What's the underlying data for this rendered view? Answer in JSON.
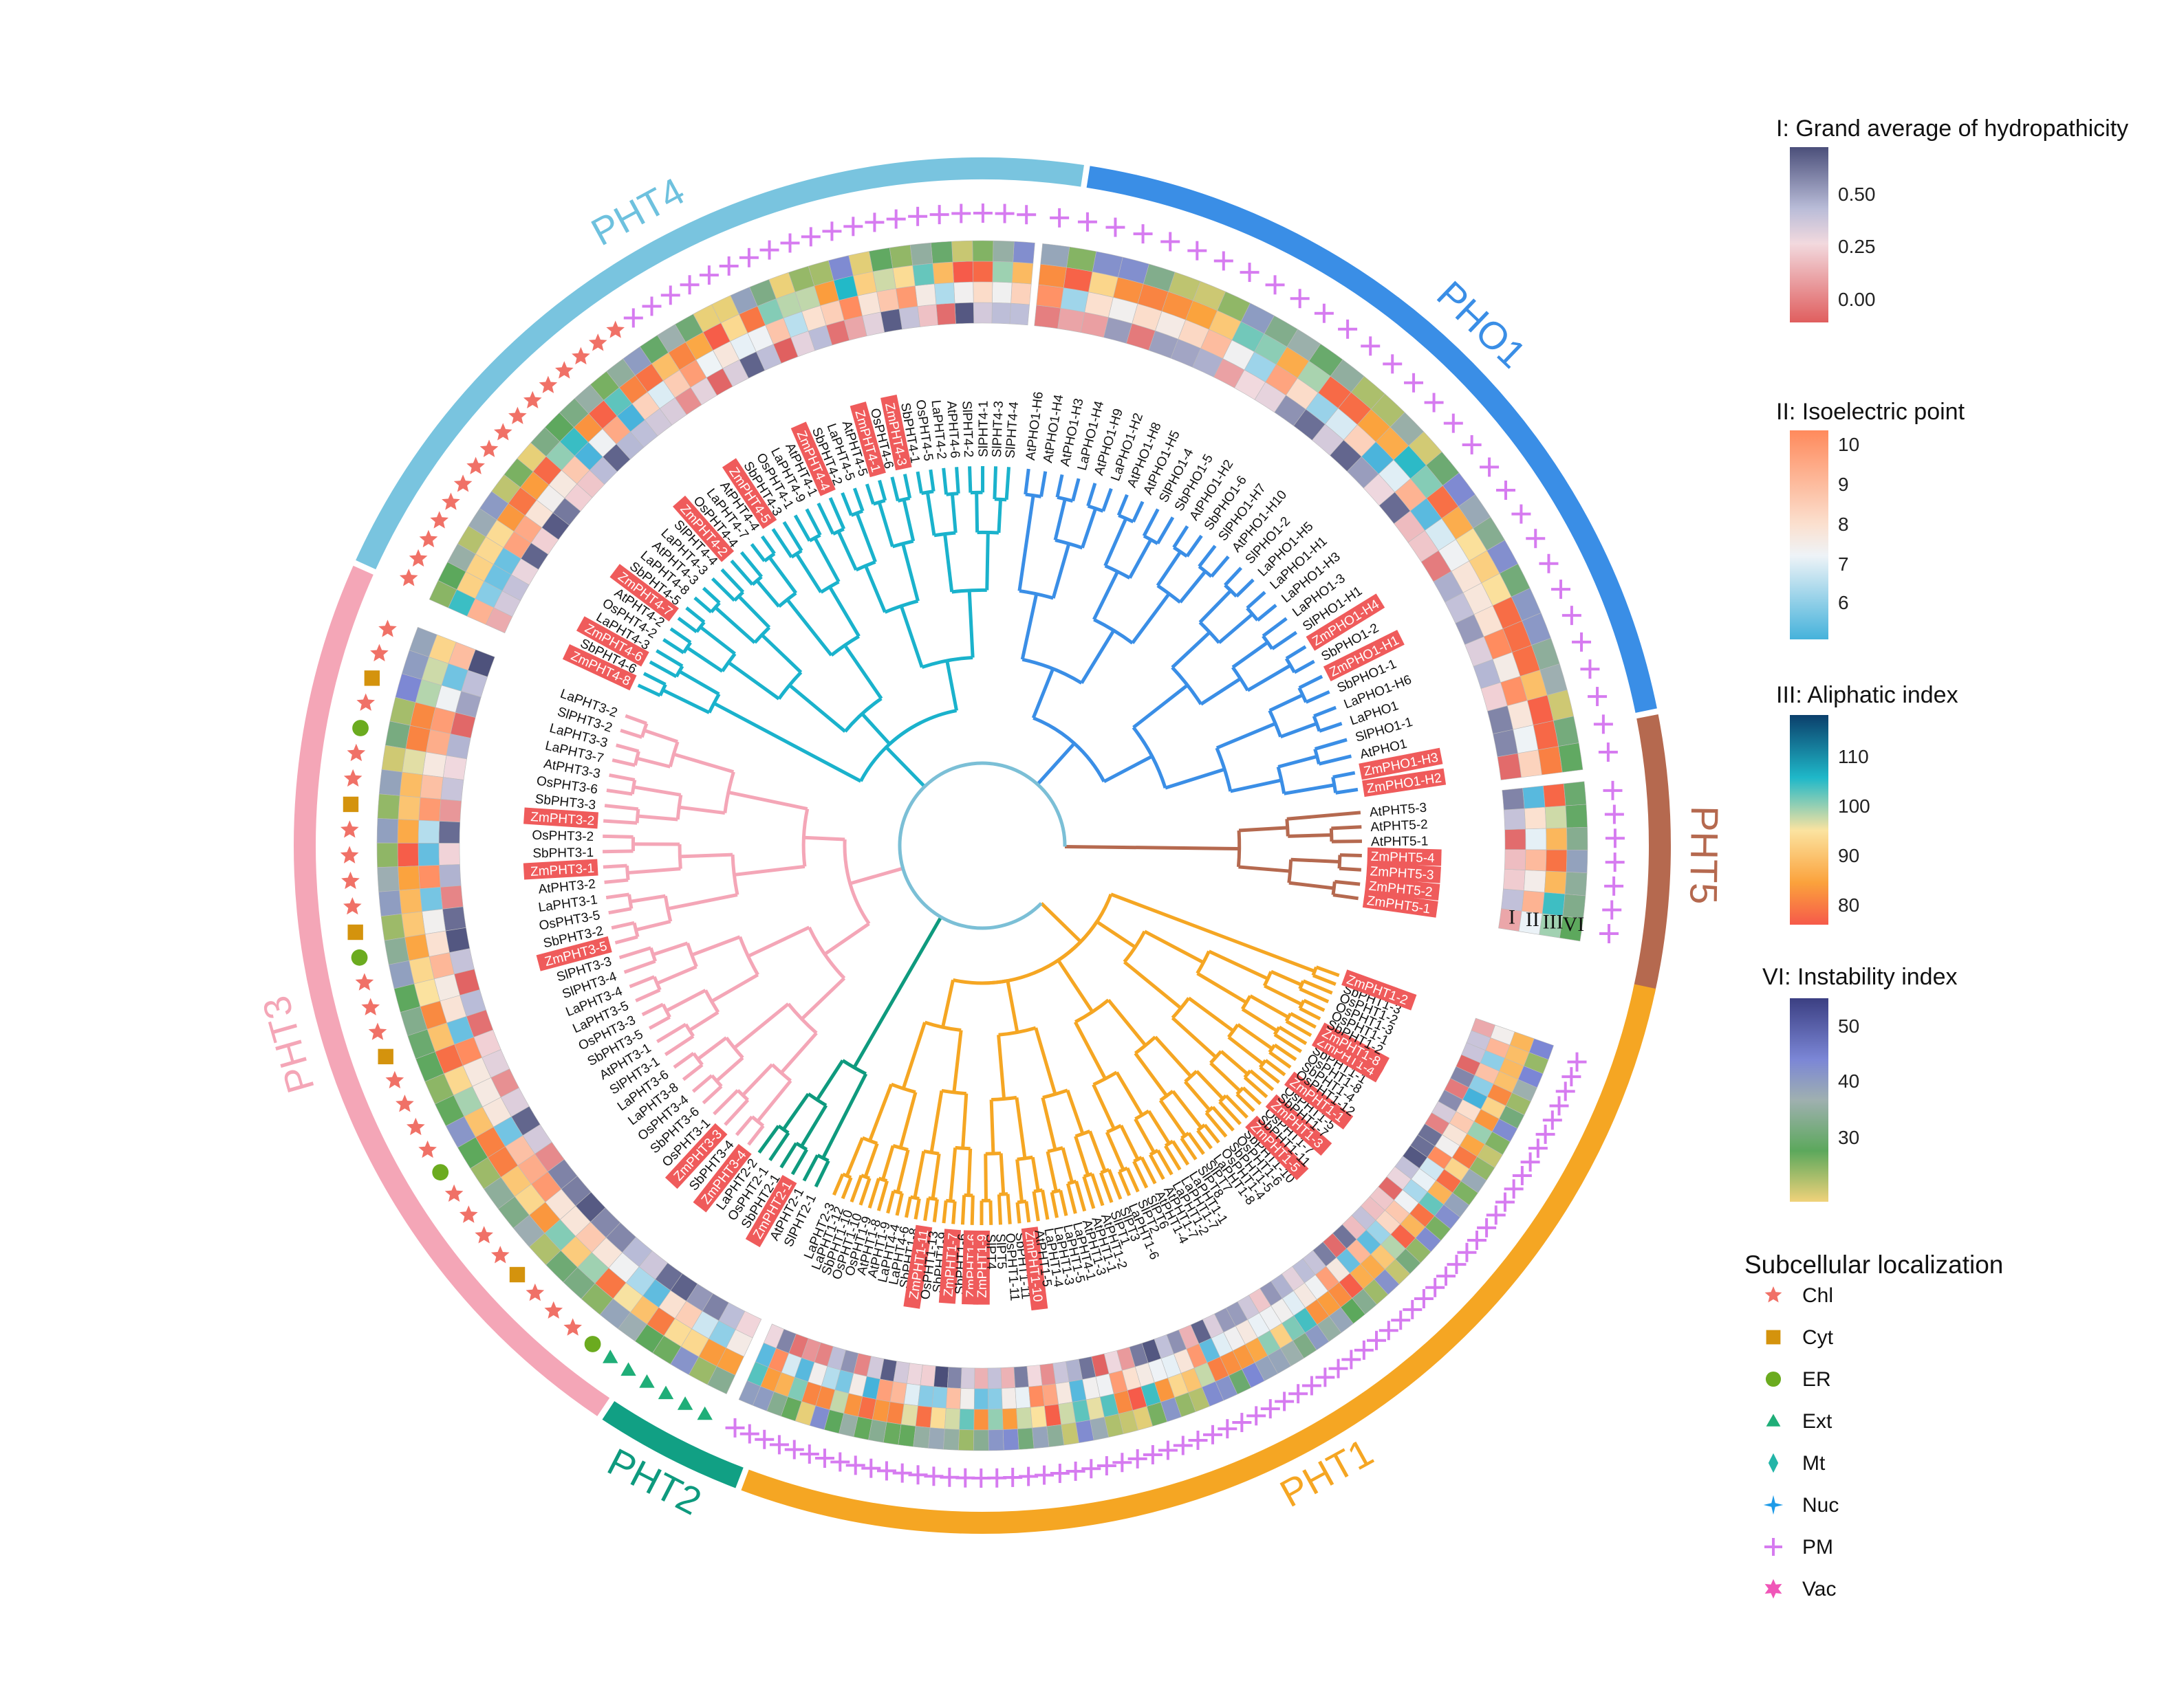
{
  "clades": [
    {
      "name": "PHT5",
      "color": "#b5694f",
      "members": [
        "ZmPHT5-1",
        "ZmPHT5-2",
        "ZmPHT5-3",
        "ZmPHT5-4",
        "AtPHT5-1",
        "AtPHT5-2",
        "AtPHT5-3"
      ]
    },
    {
      "name": "PHO1",
      "color": "#3a8ee6",
      "members": [
        "ZmPHO1-H2",
        "ZmPHO1-H3",
        "AtPHO1",
        "SlPHO1-1",
        "LaPHO1",
        "LaPHO1-H6",
        "SbPHO1-1",
        "ZmPHO1-H1",
        "SbPHO1-2",
        "ZmPHO1-H4",
        "SlPHO1-H1",
        "LaPHO1-3",
        "LaPHO1-H3",
        "LaPHO1-H1",
        "LaPHO1-H5",
        "SlPHO1-2",
        "AtPHO1-H10",
        "SlPHO1-H7",
        "SbPHO1-6",
        "AtPHO1-H2",
        "SbPHO1-5",
        "SlPHO1-4",
        "AtPHO1-H5",
        "AtPHO1-H8",
        "LaPHO1-H2",
        "AtPHO1-H9",
        "LaPHO1-H4",
        "AtPHO1-H3",
        "AtPHO1-H4",
        "AtPHO1-H6"
      ]
    },
    {
      "name": "PHT4",
      "color": "#1ab2cc",
      "members": [
        "SlPHT4-4",
        "SlPHT4-3",
        "SlPHT4-1",
        "SlPHT4-2",
        "AtPHT4-6",
        "LaPHT4-2",
        "OsPHT4-5",
        "SbPHT4-1",
        "ZmPHT4-3",
        "OsPHT4-6",
        "ZmPHT4-1",
        "AtPHT4-5",
        "LaPHT4-5",
        "SbPHT4-2",
        "ZmPHT4-4",
        "AtPHT4-1",
        "LaPHT4-9",
        "OsPHT4-1",
        "SbPHT4-3",
        "ZmPHT4-5",
        "AtPHT4-4",
        "LaPHT4-7",
        "OsPHT4-4",
        "ZmPHT4-2",
        "SlPHT4-4",
        "LaPHT4-3",
        "AtPHT4-3",
        "LaPHT4-8",
        "SbPHT4-5",
        "ZmPHT4-7",
        "AtPHT4-2",
        "OsPHT4-2",
        "LaPHT4-3",
        "ZmPHT4-6",
        "SbPHT4-6",
        "ZmPHT4-8"
      ]
    },
    {
      "name": "PHT3",
      "color": "#f4a6b7",
      "members": [
        "LaPHT3-2",
        "SlPHT3-2",
        "LaPHT3-3",
        "LaPHT3-7",
        "AtPHT3-3",
        "OsPHT3-6",
        "SbPHT3-3",
        "ZmPHT3-2",
        "OsPHT3-2",
        "SbPHT3-1",
        "ZmPHT3-1",
        "AtPHT3-2",
        "LaPHT3-1",
        "OsPHT3-5",
        "SbPHT3-2",
        "ZmPHT3-5",
        "SlPHT3-3",
        "SlPHT3-4",
        "LaPHT3-4",
        "LaPHT3-5",
        "OsPHT3-3",
        "SbPHT3-5",
        "AtPHT3-1",
        "SlPHT3-1",
        "LaPHT3-6",
        "LaPHT3-8",
        "OsPHT3-4",
        "SbPHT3-6",
        "OsPHT3-1",
        "ZmPHT3-3",
        "SbPHT3-4",
        "ZmPHT3-4"
      ]
    },
    {
      "name": "PHT2",
      "color": "#0e9a7e",
      "members": [
        "LaPHT2-2",
        "OsPHT2-1",
        "SbPHT2-1",
        "ZmPHT2-1",
        "AtPHT2-1",
        "SlPHT2-1"
      ]
    },
    {
      "name": "PHT1",
      "color": "#f5a623",
      "members": [
        "LaPHT2-3",
        "LaPHT1-12",
        "SbPHT1-10",
        "OsPHT1-10",
        "OsPHT1-9",
        "AtPHT1-8",
        "AtPHT1-9",
        "LaPHT4-4",
        "LaPHT4-6",
        "SbPHT1-8",
        "ZmPHT1-11",
        "OsPHT1-13",
        "SbPHT1-9",
        "ZmPHT1-7",
        "SbPHT1-6",
        "ZmPHT1-6",
        "ZmPHT1-9",
        "SlPT4",
        "SlPT5",
        "OsPHT1-11",
        "SbPHT1-11",
        "ZmPHT1-10",
        "AtPHT1-5",
        "LaPHT1-4",
        "LaPHT1-3",
        "LaPHT1-5",
        "LaPHT4-1",
        "AtPHT1-3",
        "AtPHT1-1",
        "AtPHT1-2",
        "SlPT1",
        "SlPT3",
        "LaPHT1-6",
        "SlPT2",
        "SlPT6",
        "AtPHT1-4",
        "AtPHT1-7",
        "LaPHT1-2",
        "LaPHT1-7",
        "LaPHT1-1",
        "SlPT8",
        "SlPT7",
        "LaPHT1-8",
        "OsPHT1-4",
        "SbPHT1-5",
        "OsPHT1-6",
        "SbPHT1-10",
        "ZmPHT1-5",
        "SbPHT1-11",
        "OsPHT1-7",
        "ZmPHT1-3",
        "SbPHT1-7",
        "OsPHT1-5",
        "ZmPHT1-1",
        "OsPHT1-12",
        "SbPHT1-4",
        "OsPHT1-8",
        "SbPHT1-1",
        "ZmPHT1-4",
        "ZmPHT1-8",
        "SbPHT1-2",
        "OsPHT1-1",
        "OsPHT1-3",
        "OsPHT1-2",
        "SbPHT1-3",
        "ZmPHT1-2"
      ]
    }
  ],
  "ring_labels": [
    "I",
    "II",
    "III",
    "VI"
  ],
  "legend": {
    "gravy": {
      "title": "I: Grand average of hydropathicity",
      "ticks": [
        "0.50",
        "0.25",
        "0.00"
      ]
    },
    "pi": {
      "title": "II: Isoelectric point",
      "ticks": [
        "10",
        "9",
        "8",
        "7",
        "6"
      ]
    },
    "ali": {
      "title": "III: Aliphatic index",
      "ticks": [
        "110",
        "100",
        "90",
        "80"
      ]
    },
    "inst": {
      "title": "VI: Instability index",
      "ticks": [
        "50",
        "40",
        "30"
      ]
    },
    "loc": {
      "title": "Subcellular localization",
      "items": [
        {
          "label": "Chl",
          "color": "#f07167",
          "shape": "star"
        },
        {
          "label": "Cyt",
          "color": "#d4930d",
          "shape": "square"
        },
        {
          "label": "ER",
          "color": "#6bab1f",
          "shape": "circle"
        },
        {
          "label": "Ext",
          "color": "#1fae78",
          "shape": "triangle"
        },
        {
          "label": "Mt",
          "color": "#23b5a8",
          "shape": "diamond"
        },
        {
          "label": "Nuc",
          "color": "#1e9be8",
          "shape": "star4"
        },
        {
          "label": "PM",
          "color": "#d67bf0",
          "shape": "plus"
        },
        {
          "label": "Vac",
          "color": "#f056b8",
          "shape": "star6"
        }
      ]
    }
  },
  "highlight_prefix": "Zm",
  "highlight_color": "#ef5b5b"
}
